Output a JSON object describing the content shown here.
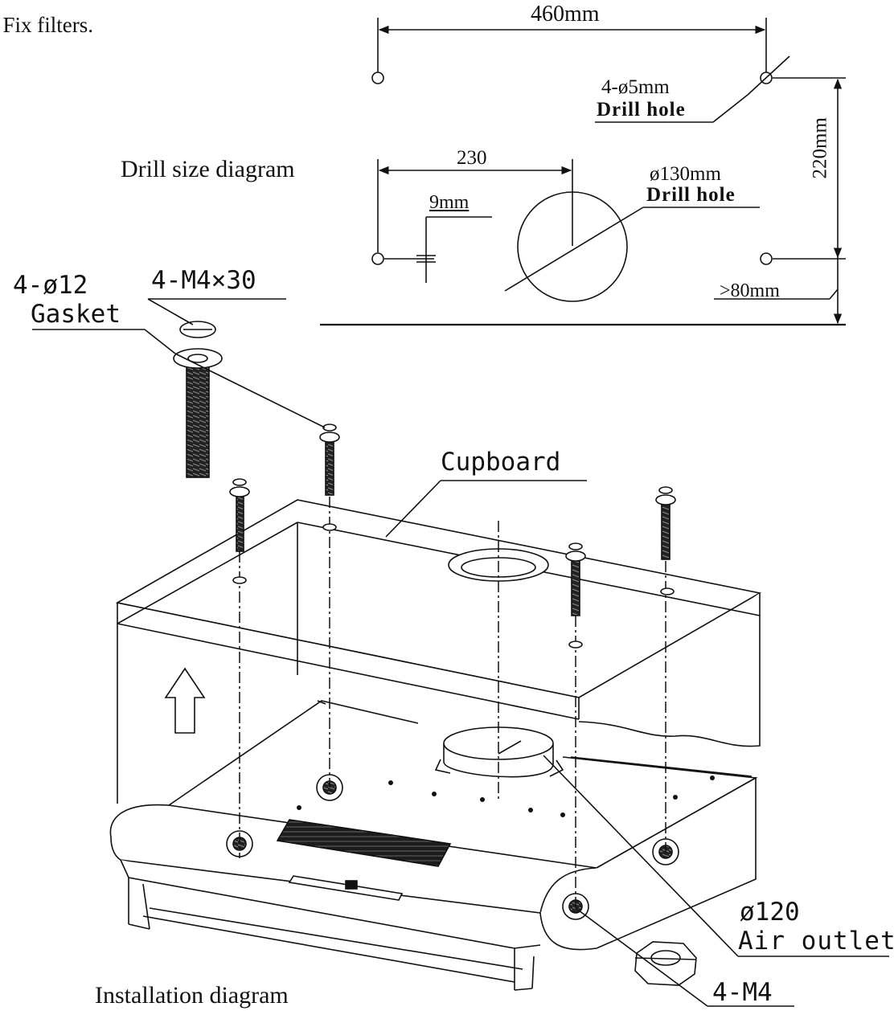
{
  "instructions": {
    "step_4": ". Fix filters."
  },
  "drill_diagram": {
    "caption": "Drill size diagram",
    "width_dim": "460mm",
    "small_hole_size": "4-ø5mm",
    "small_hole_label": "Drill hole",
    "height_dim": "220mm",
    "center_dim": "230",
    "offset_dim": "9mm",
    "big_hole_size": "ø130mm",
    "big_hole_label": "Drill hole",
    "edge_dim": ">80mm"
  },
  "install_diagram": {
    "caption": "Installation diagram",
    "gasket_qty": "4-ø12",
    "gasket_label": "Gasket",
    "screw_label": "4-M4×30",
    "cupboard_label": "Cupboard",
    "outlet_size": "ø120",
    "outlet_label": "Air outlet",
    "nut_label": "4-M4"
  },
  "colors": {
    "ink": "#111111",
    "background": "#ffffff"
  }
}
